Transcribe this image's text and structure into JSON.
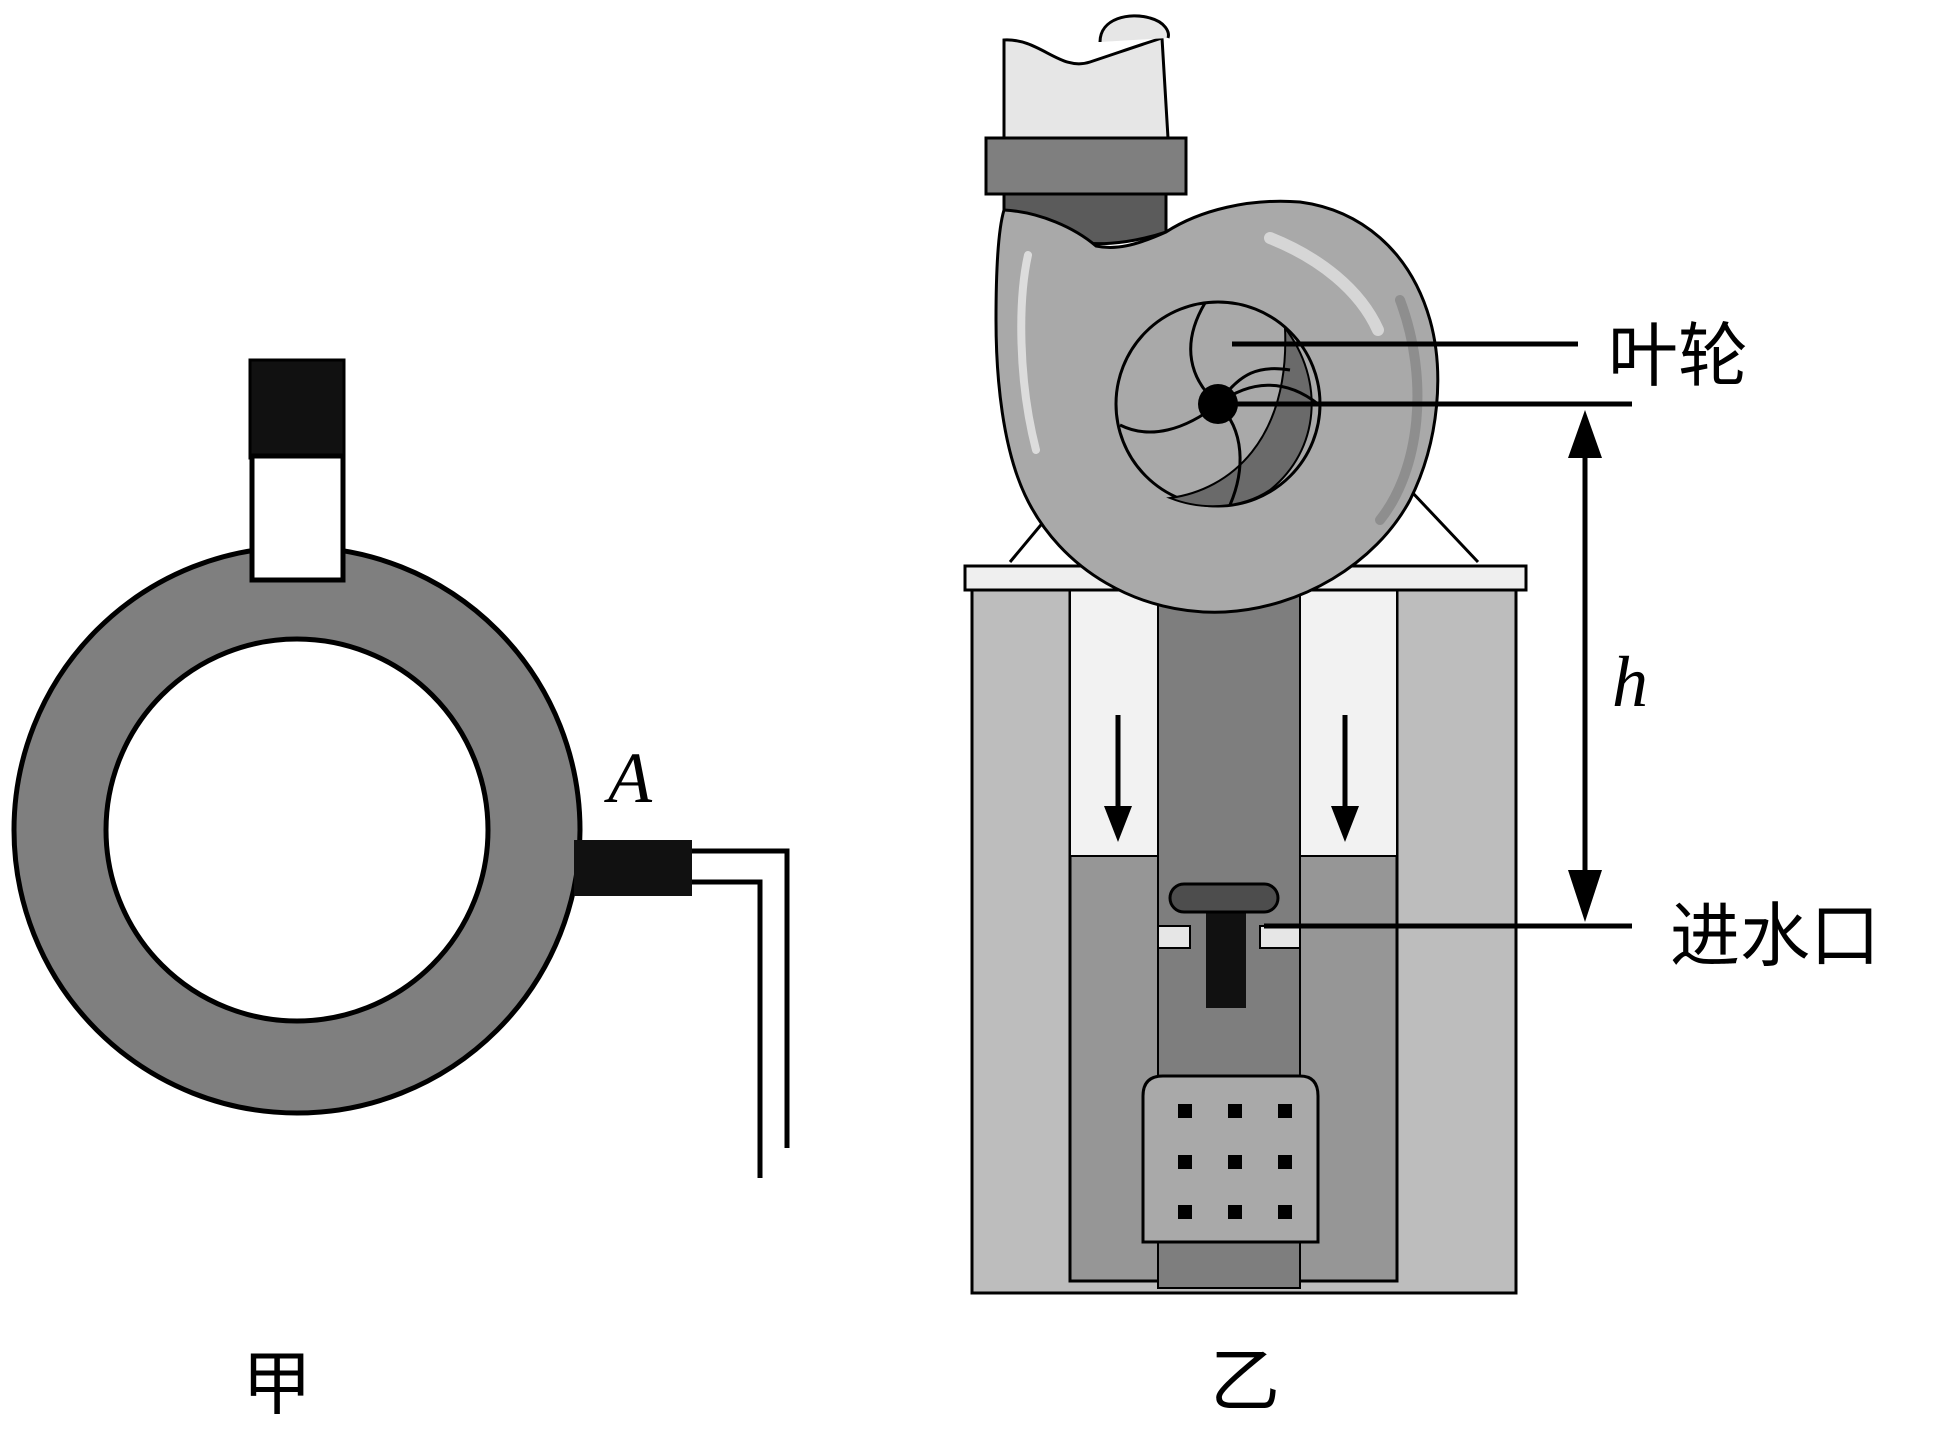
{
  "figure_a": {
    "caption": "甲",
    "point_label": "A"
  },
  "figure_b": {
    "caption": "乙",
    "impeller_label": "叶轮",
    "inlet_label": "进水口",
    "height_label": "h"
  },
  "colors": {
    "ring": "#7f7f7f",
    "dark": "#111111",
    "pump_body": "#a9a9a9",
    "tank_outer": "#bdbdbd",
    "tank_inner": "#969696",
    "pipe": "#7e7e7e",
    "cavity": "#f2f2f2"
  }
}
